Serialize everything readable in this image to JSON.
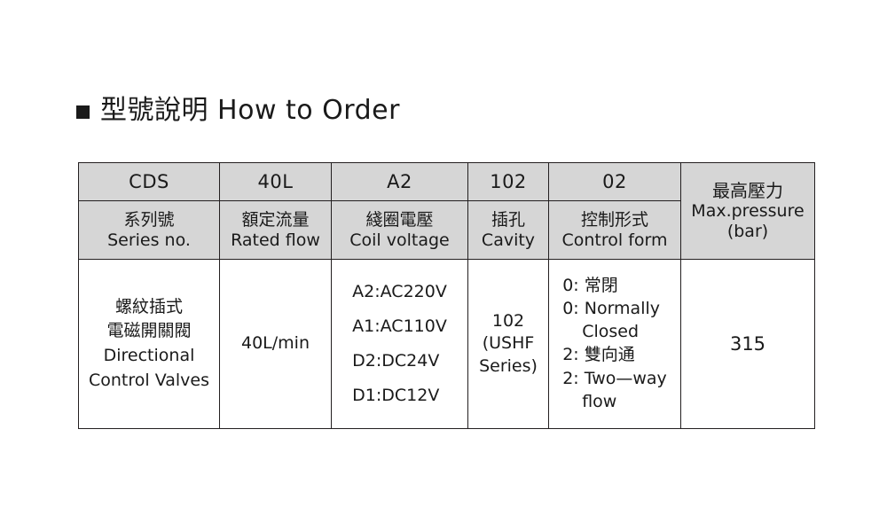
{
  "page": {
    "background": "#ffffff",
    "text_color": "#1a1a1a",
    "header_fill": "#d6d6d6",
    "border_color": "#231f20"
  },
  "title": {
    "bullet": "square-bullet",
    "text": "型號說明 How to Order"
  },
  "table": {
    "code_row": [
      "CDS",
      "40L",
      "A2",
      "102",
      "02"
    ],
    "name_row": [
      {
        "cjk": "系列號",
        "en": "Series no."
      },
      {
        "cjk": "額定流量",
        "en": "Rated flow"
      },
      {
        "cjk": "綫圈電壓",
        "en": "Coil voltage"
      },
      {
        "cjk": "插孔",
        "en": "Cavity"
      },
      {
        "cjk": "控制形式",
        "en": "Control form"
      }
    ],
    "pressure_header": {
      "cjk": "最高壓力",
      "en": "Max.pressure",
      "unit": "(bar)"
    },
    "body": {
      "series": [
        "螺紋插式",
        "電磁開關閥",
        "Directional",
        "Control Valves"
      ],
      "rated_flow": "40L/min",
      "coil_voltage": [
        "A2:AC220V",
        "A1:AC110V",
        "D2:DC24V",
        "D1:DC12V"
      ],
      "cavity": [
        "102",
        "(USHF",
        "Series)"
      ],
      "control_form": [
        {
          "text": "0: 常閉",
          "indent": false
        },
        {
          "text": "0: Normally",
          "indent": false
        },
        {
          "text": "Closed",
          "indent": true
        },
        {
          "text": "2: 雙向通",
          "indent": false
        },
        {
          "text": "2: Two—way",
          "indent": false
        },
        {
          "text": "flow",
          "indent": true
        }
      ],
      "max_pressure": "315"
    }
  }
}
